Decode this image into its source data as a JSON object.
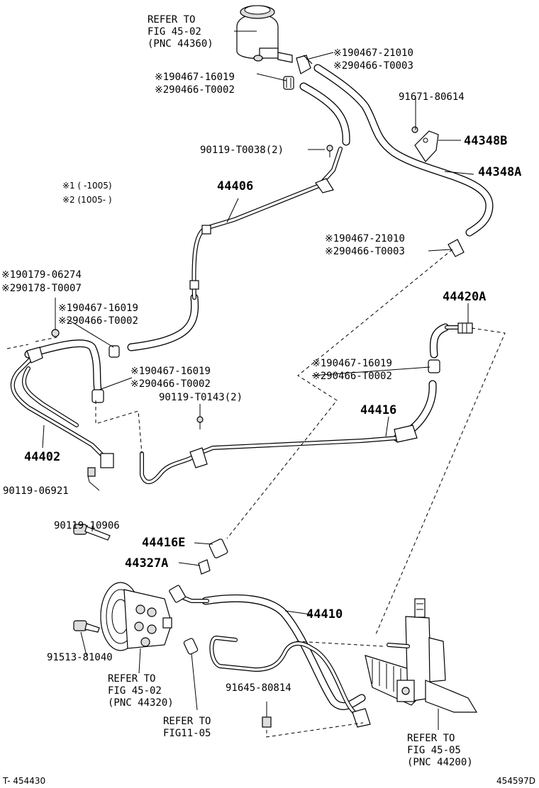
{
  "labels": {
    "refer_tank": [
      "REFER TO",
      "FIG 45-02",
      "(PNC 44360)"
    ],
    "c_a1": "※190467-21010",
    "c_a2": "※290466-T0003",
    "c_b1": "※190467-16019",
    "c_b2": "※290466-T0002",
    "p_91671": "91671-80614",
    "p_44348B": "44348B",
    "p_90119_t0038": "90119-T0038(2)",
    "p_44348A": "44348A",
    "note1": "※1 (    -1005)",
    "note2": "※2 (1005-      )",
    "p_44406": "44406",
    "c_c1": "※190467-21010",
    "c_c2": "※290466-T0003",
    "c_d1": "※190179-06274",
    "c_d2": "※290178-T0007",
    "c_e1": "※190467-16019",
    "c_e2": "※290466-T0002",
    "p_44420A": "44420A",
    "c_f1": "※190467-16019",
    "c_f2": "※290466-T0002",
    "c_g1": "※190467-16019",
    "c_g2": "※290466-T0002",
    "p_90119_t0143": "90119-T0143(2)",
    "p_44416": "44416",
    "p_44402": "44402",
    "p_90119_06921": "90119-06921",
    "p_90119_10906": "90119-10906",
    "p_44416E": "44416E",
    "p_44327A": "44327A",
    "p_44410": "44410",
    "p_91513": "91513-81040",
    "refer_pump": [
      "REFER TO",
      "FIG 45-02",
      "(PNC 44320)"
    ],
    "p_91645": "91645-80814",
    "refer_fig11": [
      "REFER TO",
      "FIG11-05"
    ],
    "refer_gear": [
      "REFER TO",
      "FIG 45-05",
      "(PNC 44200)"
    ],
    "footer_left": "T- 454430",
    "footer_right": "454597D"
  }
}
